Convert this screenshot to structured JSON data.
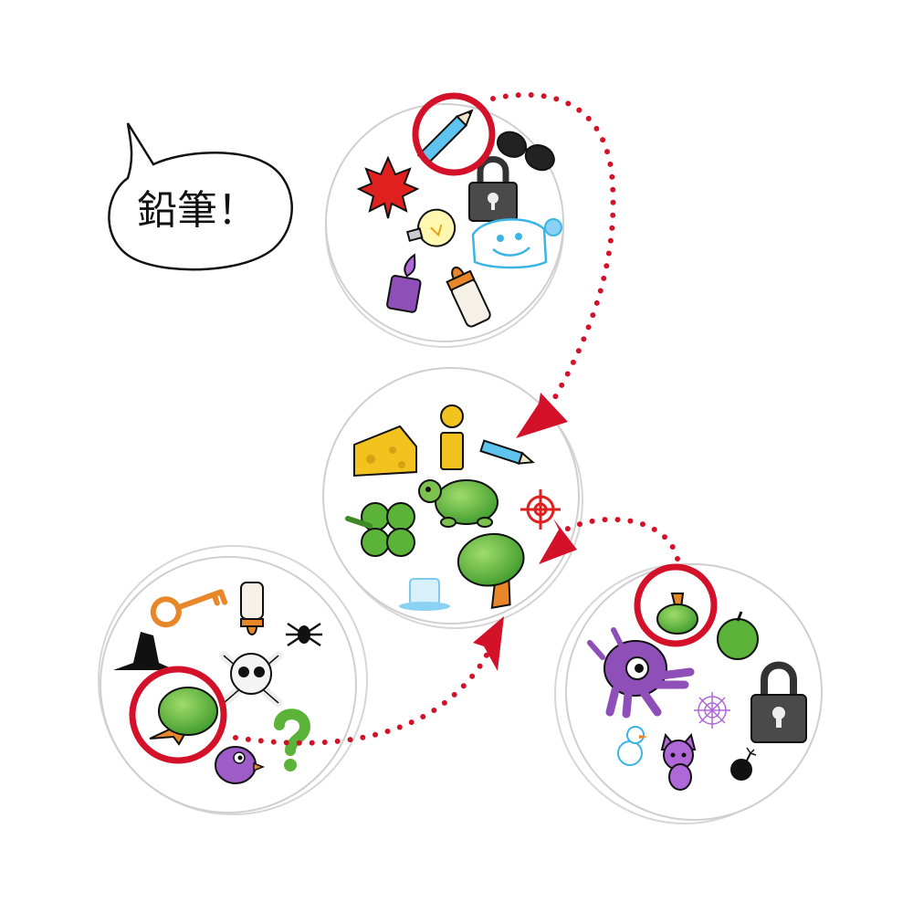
{
  "speech_bubble": {
    "text": "鉛筆！"
  },
  "game": {
    "cards": [
      {
        "id": "top",
        "symbols": [
          "maple-leaf",
          "pencil",
          "sunglasses",
          "padlock",
          "light-bulb",
          "ghost",
          "candle",
          "baby-bottle"
        ],
        "highlighted": "pencil"
      },
      {
        "id": "center",
        "symbols": [
          "cheese",
          "exclamation-mark",
          "pencil",
          "turtle",
          "clover",
          "target",
          "tree",
          "ice-cube"
        ],
        "highlighted": ""
      },
      {
        "id": "bottom-left",
        "symbols": [
          "key",
          "baby-bottle",
          "spider",
          "witch-hat",
          "skull",
          "tree",
          "question-mark",
          "bird"
        ],
        "highlighted": "tree"
      },
      {
        "id": "bottom-right",
        "symbols": [
          "tree",
          "octopus",
          "apple",
          "padlock",
          "spider-web",
          "snowman",
          "cat",
          "bomb"
        ],
        "highlighted": "tree"
      }
    ]
  },
  "colors": {
    "highlight_ring": "#d3122a",
    "arrow": "#d3122a",
    "card_edge": "#d6d6d6"
  }
}
